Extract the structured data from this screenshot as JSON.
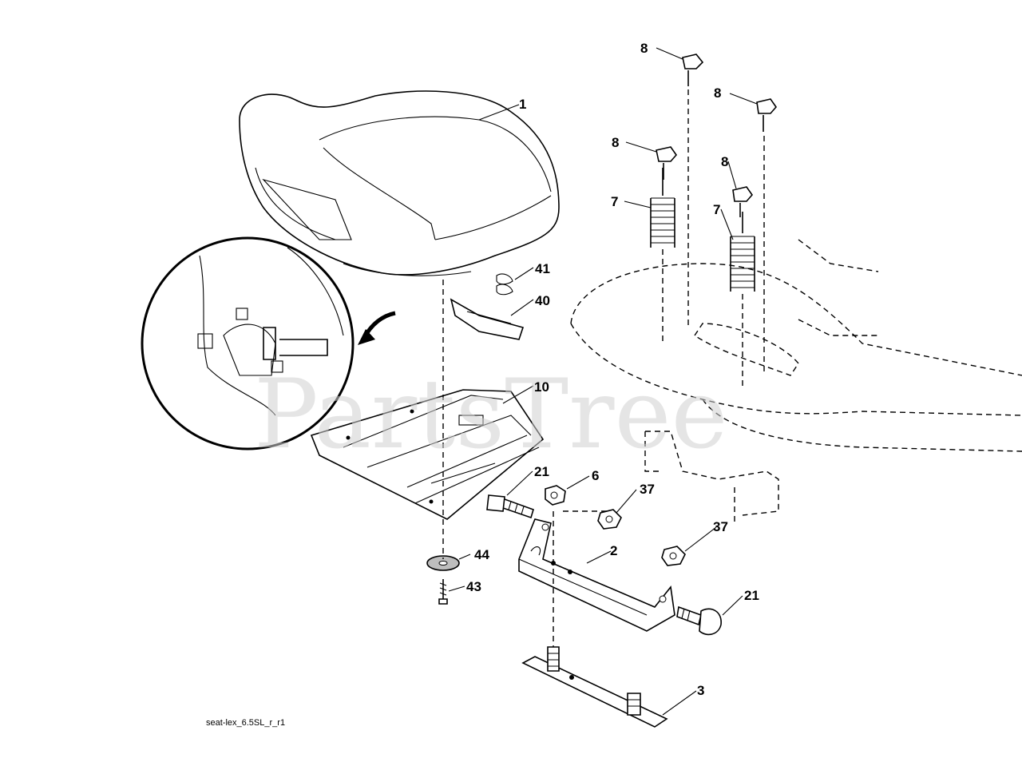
{
  "watermark": "PartsTree",
  "drawing_id": "seat-lex_6.5SL_r_r1",
  "callouts": {
    "c1": "1",
    "c2": "2",
    "c3": "3",
    "c6": "6",
    "c7a": "7",
    "c7b": "7",
    "c8a": "8",
    "c8b": "8",
    "c8c": "8",
    "c8d": "8",
    "c10": "10",
    "c21a": "21",
    "c21b": "21",
    "c37a": "37",
    "c37b": "37",
    "c40": "40",
    "c41": "41",
    "c43": "43",
    "c44": "44"
  }
}
